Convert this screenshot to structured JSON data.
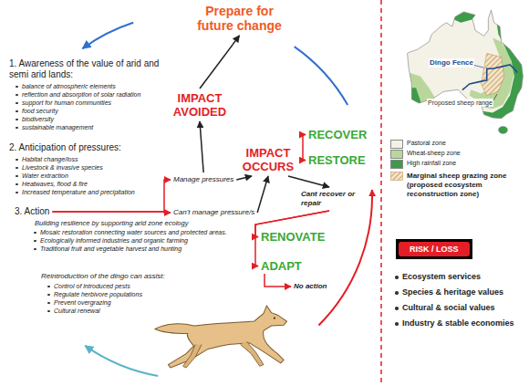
{
  "diagram": {
    "nodes": [
      {
        "text": [
          "Prepare for future change"
        ]
      },
      {
        "text": [
          "IMPACT AVOIDED"
        ]
      },
      {
        "text": [
          "1. Awareness of the value of arid and semi arid lands:",
          "balance of atmospheric elements",
          "reflection and absorption of solar radiation",
          "support for human communities",
          "food security",
          "biodiversity",
          "sustainable management"
        ]
      },
      {
        "text": [
          "2. Anticipation of pressures:",
          "Habitat change/loss",
          "Livestock & invasive species",
          "Water extraction",
          "Heatwaves, flood & fire",
          "Increased temperature and precipitation"
        ]
      },
      {
        "text": [
          "3. Action",
          "Building resilience by supporting arid zone ecology",
          "Mosaic restoration connecting water sources and protected areas.",
          "Ecologically informed industries and organic farming",
          "Traditional fruit and vegetable harvest and hunting"
        ]
      },
      {
        "text": [
          "Reintroduction of the dingo can assist:",
          "Control of introduced pests",
          "Regulate herbivore populations",
          "Prevent overgrazing",
          "Cultural renewal"
        ]
      },
      {
        "text": [
          "Manage pressures"
        ]
      },
      {
        "text": [
          "Can't manage pressure/s"
        ]
      },
      {
        "text": [
          "IMPACT OCCURS"
        ]
      },
      {
        "text": [
          "RECOVER"
        ]
      },
      {
        "text": [
          "RESTORE"
        ]
      },
      {
        "text": [
          "Cant recover or repair"
        ]
      },
      {
        "text": [
          "RENOVATE"
        ]
      },
      {
        "text": [
          "ADAPT"
        ]
      },
      {
        "text": [
          "No action"
        ]
      },
      {
        "text": [
          "RISK / LOSS"
        ]
      }
    ],
    "edges": [
      {
        "from": 4,
        "to": 6,
        "arrow": "to"
      },
      {
        "from": 4,
        "to": 7,
        "arrow": "to"
      },
      {
        "from": 6,
        "to": 1,
        "arrow": "to"
      },
      {
        "from": 6,
        "to": 8,
        "arrow": "to"
      },
      {
        "from": 7,
        "to": 8,
        "arrow": "to"
      },
      {
        "from": 1,
        "to": 0,
        "arrow": "to"
      },
      {
        "from": 8,
        "to": 9,
        "arrow": "to"
      },
      {
        "from": 8,
        "to": 10,
        "arrow": "to"
      },
      {
        "from": 8,
        "to": 11,
        "arrow": "to"
      },
      {
        "from": 11,
        "to": 12,
        "arrow": "to"
      },
      {
        "from": 11,
        "to": 13,
        "arrow": "to"
      },
      {
        "from": 13,
        "to": 14,
        "arrow": "to"
      }
    ],
    "labels": [
      "Dingo Fence",
      "Proposed sheep range",
      "Ecosystem services",
      "Species & heritage values",
      "Cultural & social values",
      "Industry & stable economies"
    ],
    "legend": [
      {
        "text": "Pastoral zone",
        "color": "#f4f1e6"
      },
      {
        "text": "Wheat-sheep zone",
        "color": "#b9d79b"
      },
      {
        "text": "High rainfall zone",
        "color": "#3d9b4a"
      },
      {
        "text": "Marginal sheep grazing zone (proposed ecosystem reconstruction zone)"
      }
    ]
  }
}
